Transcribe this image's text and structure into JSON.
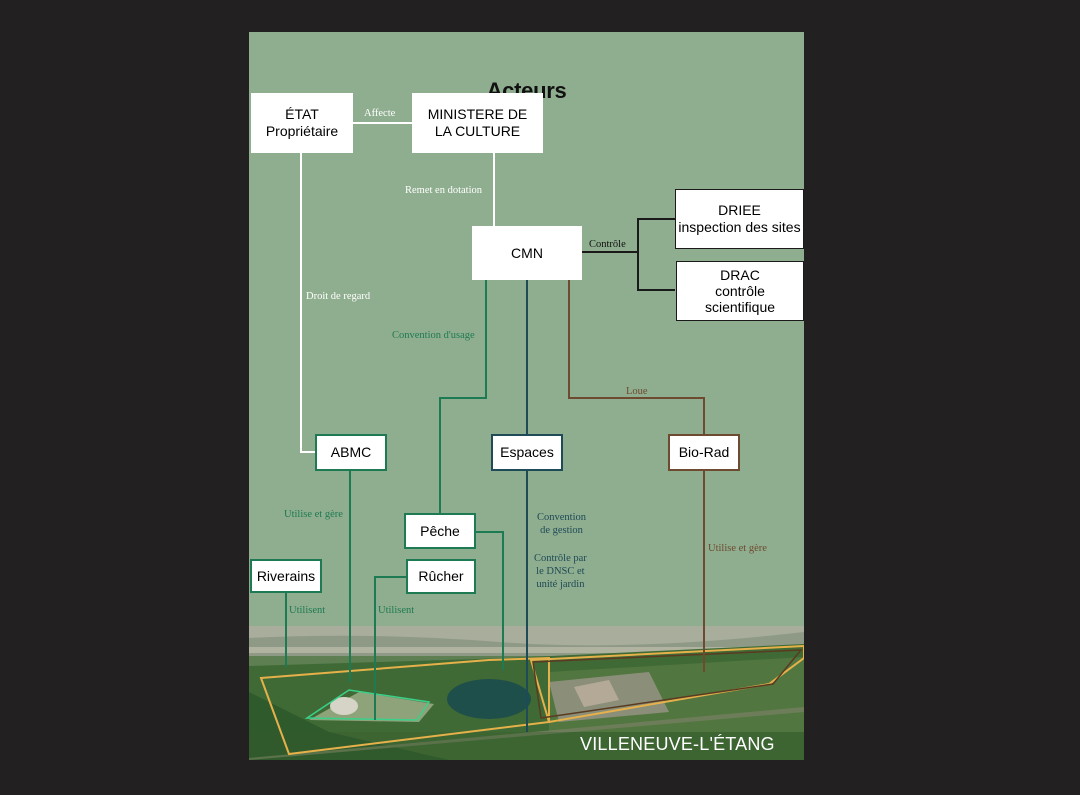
{
  "title": "Acteurs",
  "nodes": {
    "etat": [
      "ÉTAT",
      "Propriétaire"
    ],
    "ministere": [
      "MINISTERE DE",
      "LA CULTURE"
    ],
    "cmn": [
      "CMN"
    ],
    "driee": [
      "DRIEE",
      "inspection des sites"
    ],
    "drac": [
      "DRAC",
      "contrôle",
      "scientifique"
    ],
    "abmc": [
      "ABMC"
    ],
    "espaces": [
      "Espaces"
    ],
    "biorad": [
      "Bio-Rad"
    ],
    "peche": [
      "Pêche"
    ],
    "rucher": [
      "Rûcher"
    ],
    "riverains": [
      "Riverains"
    ]
  },
  "edge_labels": {
    "affecte": "Affecte",
    "remet": "Remet en dotation",
    "controle": "Contrôle",
    "droit": "Droit de regard",
    "convention_usage": "Convention d'usage",
    "loue": "Loue",
    "utilise_gere": "Utilise et gère",
    "convention_gestion": [
      "Convention",
      "de gestion"
    ],
    "controle_dnsc": [
      "Contrôle par",
      "le DNSC et",
      "unité jardin"
    ],
    "utilise_gere_biorad": "Utilise  et  gère",
    "utilisent_riverains": "Utilisent",
    "utilisent_rucher": "Utilisent"
  },
  "photo_caption": "VILLENEUVE-L'ÉTANG",
  "colors": {
    "background": "#8fae8f",
    "white_line": "#ffffff",
    "green_line": "#1e7a52",
    "blue_line": "#1f4a57",
    "brown_line": "#6e4a30",
    "black_line": "#1a1a1a"
  }
}
